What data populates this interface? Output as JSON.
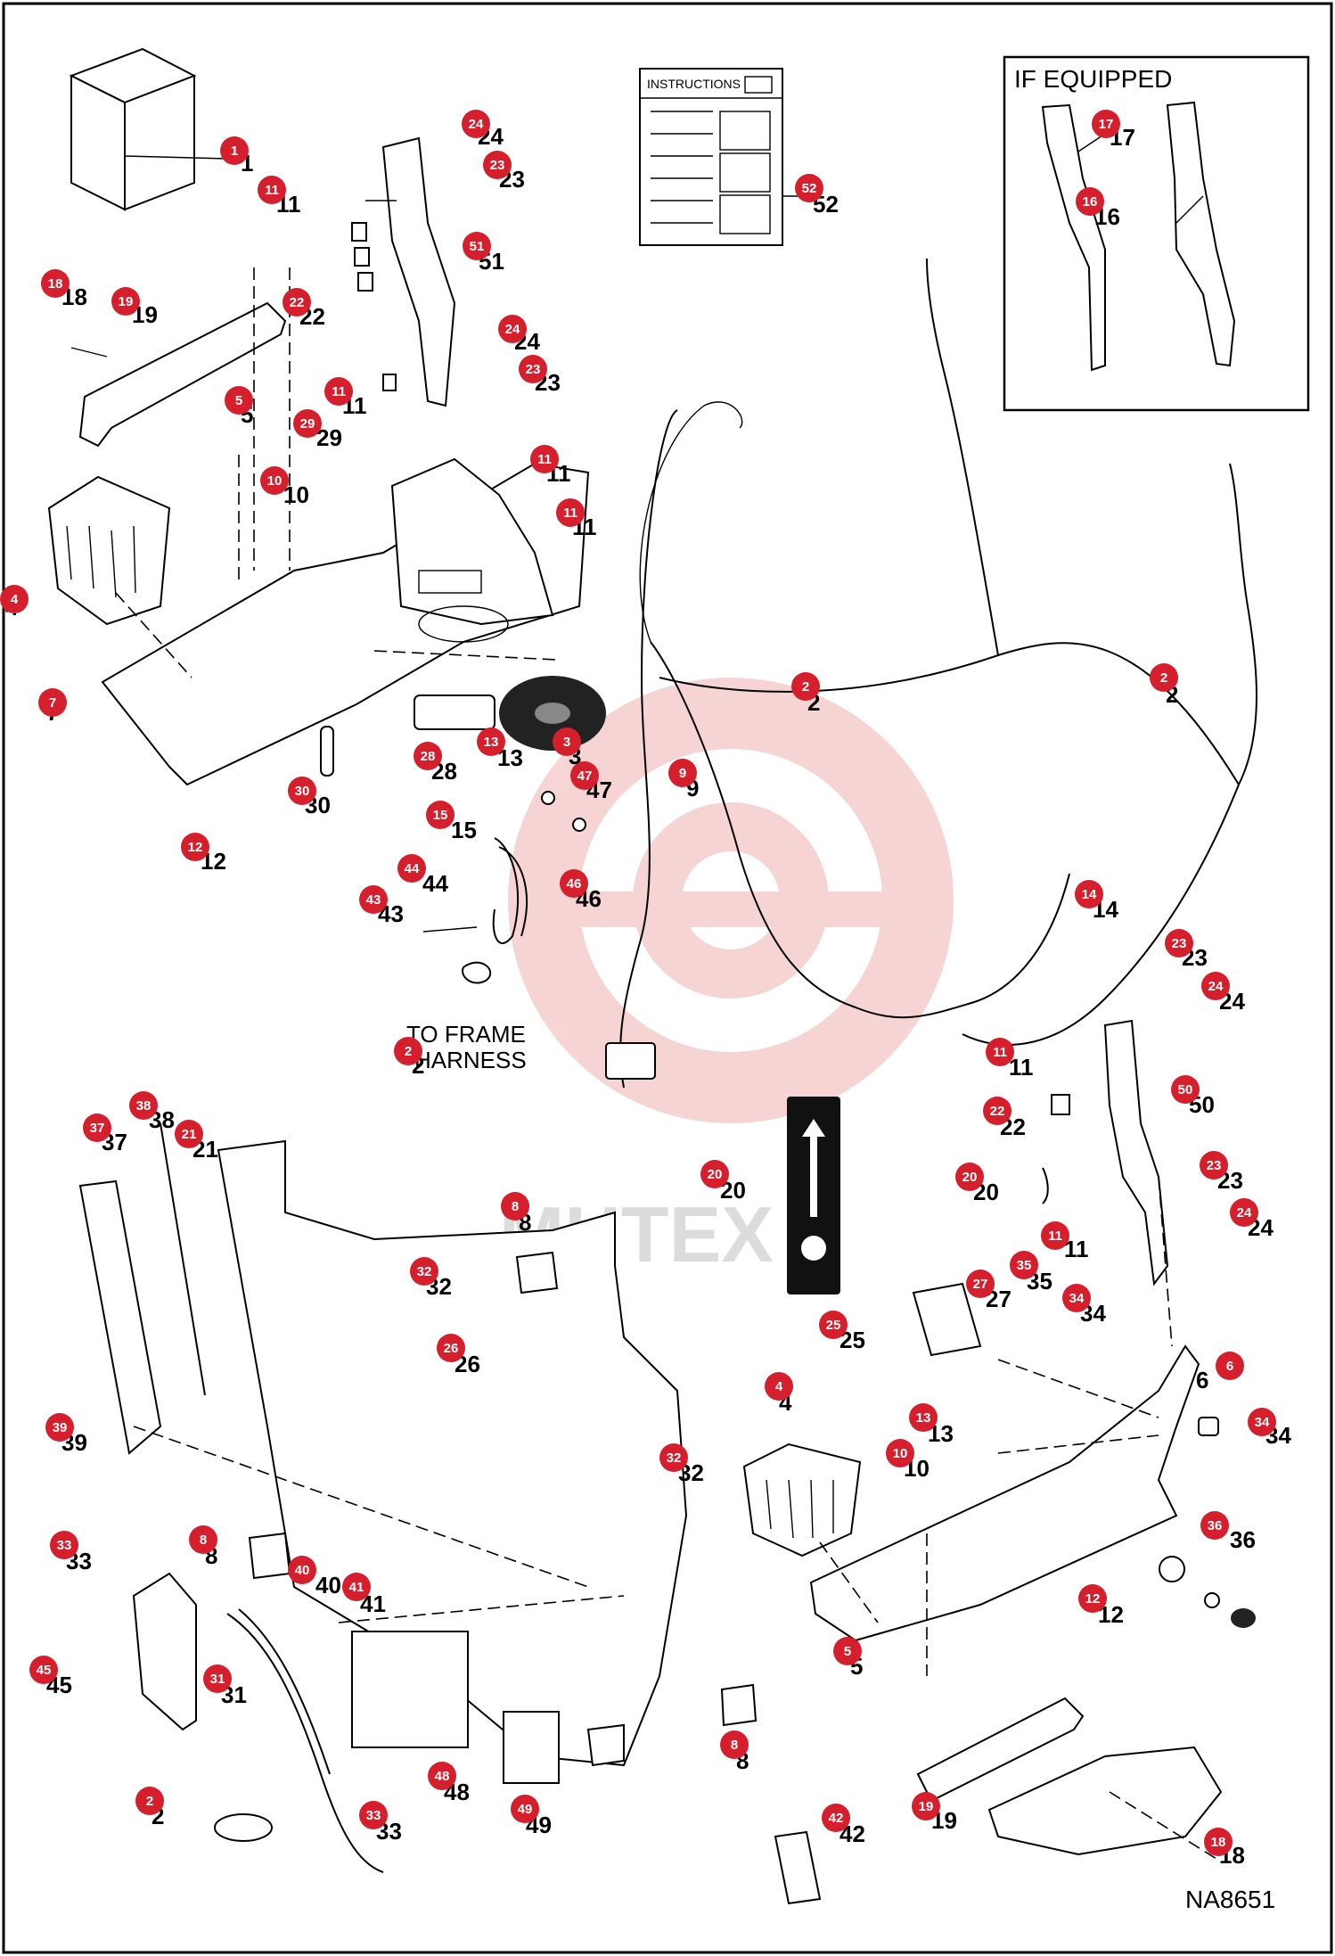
{
  "diagram": {
    "drawing_number": "NA8651",
    "instructions_label": "INSTRUCTIONS",
    "if_equipped_label": "IF EQUIPPED",
    "frame_harness_label": [
      "TO FRAME",
      "HARNESS"
    ],
    "watermark": "MHTEX",
    "callouts": [
      {
        "n": "1"
      },
      {
        "n": "11"
      },
      {
        "n": "24"
      },
      {
        "n": "23"
      },
      {
        "n": "51"
      },
      {
        "n": "22"
      },
      {
        "n": "18"
      },
      {
        "n": "19"
      },
      {
        "n": "24"
      },
      {
        "n": "23"
      },
      {
        "n": "5"
      },
      {
        "n": "11"
      },
      {
        "n": "29"
      },
      {
        "n": "10"
      },
      {
        "n": "4"
      },
      {
        "n": "11"
      },
      {
        "n": "11"
      },
      {
        "n": "7"
      },
      {
        "n": "30"
      },
      {
        "n": "12"
      },
      {
        "n": "28"
      },
      {
        "n": "13"
      },
      {
        "n": "3"
      },
      {
        "n": "47"
      },
      {
        "n": "15"
      },
      {
        "n": "44"
      },
      {
        "n": "43"
      },
      {
        "n": "46"
      },
      {
        "n": "2"
      },
      {
        "n": "52"
      },
      {
        "n": "17"
      },
      {
        "n": "16"
      },
      {
        "n": "2"
      },
      {
        "n": "9"
      },
      {
        "n": "2"
      },
      {
        "n": "14"
      },
      {
        "n": "23"
      },
      {
        "n": "24"
      },
      {
        "n": "11"
      },
      {
        "n": "50"
      },
      {
        "n": "22"
      },
      {
        "n": "20"
      },
      {
        "n": "23"
      },
      {
        "n": "24"
      },
      {
        "n": "11"
      },
      {
        "n": "20"
      },
      {
        "n": "35"
      },
      {
        "n": "34"
      },
      {
        "n": "27"
      },
      {
        "n": "25"
      },
      {
        "n": "6"
      },
      {
        "n": "34"
      },
      {
        "n": "4"
      },
      {
        "n": "13"
      },
      {
        "n": "10"
      },
      {
        "n": "36"
      },
      {
        "n": "12"
      },
      {
        "n": "5"
      },
      {
        "n": "19"
      },
      {
        "n": "18"
      },
      {
        "n": "37"
      },
      {
        "n": "38"
      },
      {
        "n": "21"
      },
      {
        "n": "8"
      },
      {
        "n": "32"
      },
      {
        "n": "26"
      },
      {
        "n": "39"
      },
      {
        "n": "32"
      },
      {
        "n": "33"
      },
      {
        "n": "8"
      },
      {
        "n": "40"
      },
      {
        "n": "41"
      },
      {
        "n": "45"
      },
      {
        "n": "31"
      },
      {
        "n": "2"
      },
      {
        "n": "33"
      },
      {
        "n": "48"
      },
      {
        "n": "49"
      },
      {
        "n": "8"
      },
      {
        "n": "42"
      }
    ]
  },
  "colors": {
    "callout_fill": "#d61f2c",
    "line": "#000000",
    "watermark": "#f3c4c4"
  }
}
